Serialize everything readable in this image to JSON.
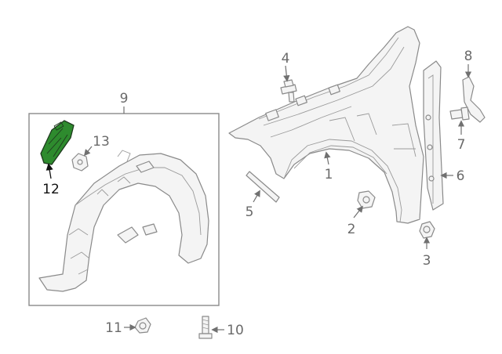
{
  "callouts": {
    "c1": "1",
    "c2": "2",
    "c3": "3",
    "c4": "4",
    "c5": "5",
    "c6": "6",
    "c7": "7",
    "c8": "8",
    "c9": "9",
    "c10": "10",
    "c11": "11",
    "c12": "12",
    "c13": "13"
  },
  "colors": {
    "highlight": "#2e8b2e",
    "line": "#8a8a8a",
    "label": "#6a6a6a",
    "label_active": "#111111"
  },
  "highlighted_part": "12"
}
